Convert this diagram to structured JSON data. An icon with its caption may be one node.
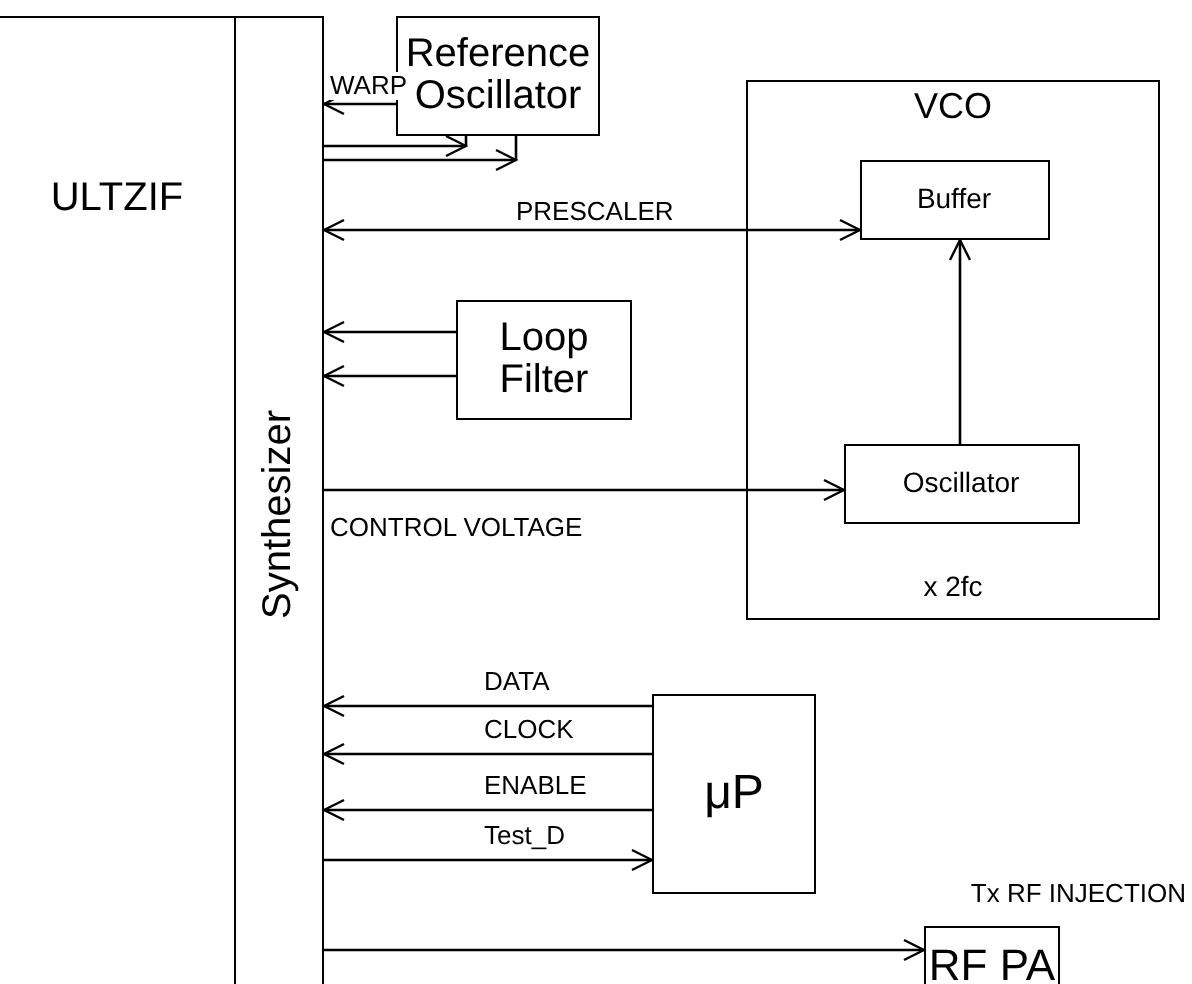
{
  "diagram": {
    "nodes": [
      {
        "text": [
          "ULTZIF"
        ]
      },
      {
        "text": [
          "Synthesizer"
        ],
        "in": 0
      },
      {
        "text": [
          "Reference Oscillator"
        ]
      },
      {
        "text": [
          "VCO",
          "x 2fc"
        ]
      },
      {
        "text": [
          "Buffer"
        ],
        "in": 3
      },
      {
        "text": [
          "Oscillator"
        ],
        "in": 3
      },
      {
        "text": [
          "Loop Filter"
        ]
      },
      {
        "text": [
          "μP"
        ]
      },
      {
        "text": [
          "RF PA"
        ],
        "beside": [
          "Tx RF INJECTION"
        ]
      }
    ],
    "edges": [
      {
        "from": 2,
        "to": 1,
        "arrow": "to",
        "label": "WARP"
      },
      {
        "from": 1,
        "to": 2,
        "arrow": "to"
      },
      {
        "from": 1,
        "to": 2,
        "arrow": "to"
      },
      {
        "from": 1,
        "to": 4,
        "arrow": "both",
        "label": "PRESCALER"
      },
      {
        "from": 6,
        "to": 1,
        "arrow": "to"
      },
      {
        "from": 6,
        "to": 1,
        "arrow": "to"
      },
      {
        "from": 1,
        "to": 5,
        "arrow": "to",
        "label": "CONTROL VOLTAGE"
      },
      {
        "from": 5,
        "to": 4,
        "arrow": "to"
      },
      {
        "from": 7,
        "to": 1,
        "arrow": "to",
        "label": "DATA"
      },
      {
        "from": 7,
        "to": 1,
        "arrow": "to",
        "label": "CLOCK"
      },
      {
        "from": 7,
        "to": 1,
        "arrow": "to",
        "label": "ENABLE"
      },
      {
        "from": 1,
        "to": 7,
        "arrow": "to",
        "label": "Test_D"
      },
      {
        "from": 1,
        "to": 8,
        "arrow": "to"
      }
    ]
  }
}
